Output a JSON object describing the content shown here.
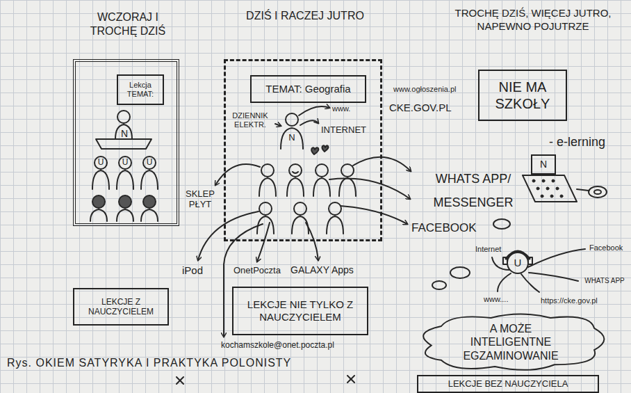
{
  "diagram": {
    "caption": "Rys. OKIEM SATYRYKA I PRAKTYKA POLONISTY",
    "nodes": [
      {
        "text": [
          "WCZORAJ I TROCHĘ DZIŚ"
        ]
      },
      {
        "text": [
          "Lekcja",
          "TEMAT:"
        ],
        "in": 0
      },
      {
        "text": [
          "DZIŚ I RACZEJ JUTRO"
        ]
      },
      {
        "text": [
          "TEMAT: Geografia"
        ],
        "in": 2
      },
      {
        "text": [
          "TROCHĘ DZIŚ, WIĘCEJ JUTRO, NAPEWNO POJUTRZE",
          "NIE MA SZKOŁY"
        ]
      },
      {
        "text": [
          "N"
        ]
      },
      {
        "text": [
          "LEKCJE Z NAUCZYCIELEM"
        ]
      },
      {
        "text": [
          "LEKCJE NIE TYLKO Z NAUCZYCIELEM"
        ]
      },
      {
        "text": [
          "A MOŻE INTELIGENTNE EGZAMINOWANIE"
        ]
      },
      {
        "text": [
          "LEKCJE BEZ NAUCZYCIELA"
        ]
      }
    ],
    "labels": [
      "N",
      "U",
      "U",
      "U",
      "DZIENNIK ELEKTR.",
      "N",
      "www.",
      "INTERNET",
      "www.ogłoszenia.pl",
      "CKE.GOV.PL",
      "SKLEP PŁYT",
      "WHATS APP/ MESSENGER",
      "FACEBOOK",
      "iPod",
      "OnetPoczta",
      "GALAXY Apps",
      "kochamszkole@onet.poczta.pl",
      "- e-lerning",
      "Internet",
      "www....",
      "Facebook",
      "WHATS APP",
      "https://cke.gov.pl",
      "U"
    ]
  }
}
